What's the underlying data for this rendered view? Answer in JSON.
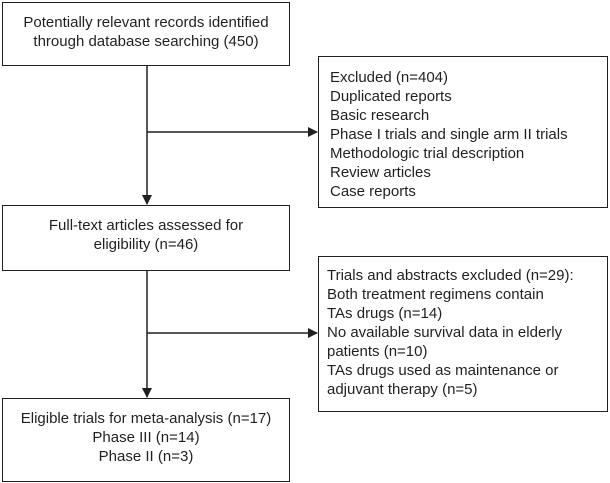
{
  "flowchart": {
    "records": {
      "lines": [
        "Potentially relevant records identified",
        "through database searching (450)"
      ]
    },
    "excluded": {
      "lines": [
        "Excluded (n=404)",
        "Duplicated reports",
        "Basic research",
        "Phase I trials and single arm II trials",
        "Methodologic trial description",
        "Review articles",
        "Case reports"
      ]
    },
    "fulltext": {
      "lines": [
        "Full-text articles assessed for",
        "eligibility (n=46)"
      ]
    },
    "trials_excluded": {
      "lines": [
        "Trials and abstracts excluded (n=29):",
        "Both treatment regimens contain",
        "TAs drugs (n=14)",
        "No available survival data in elderly",
        "patients (n=10)",
        "TAs drugs used as maintenance or",
        "adjuvant therapy (n=5)"
      ]
    },
    "eligible": {
      "lines": [
        "Eligible trials for meta-analysis (n=17)",
        "Phase III (n=14)",
        "Phase II (n=3)"
      ]
    }
  }
}
